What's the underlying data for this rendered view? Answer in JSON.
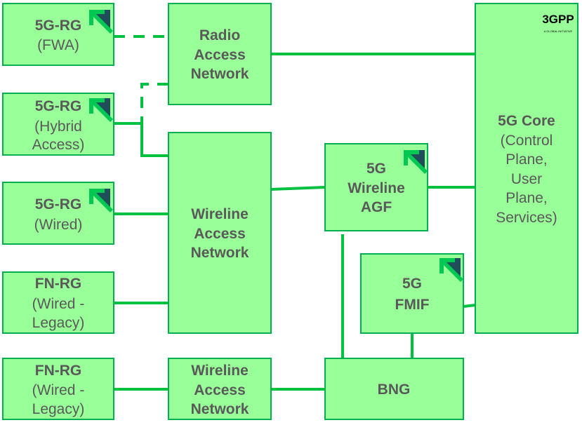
{
  "nodes": {
    "rg_fwa": {
      "line1": "5G-RG",
      "line2": "(FWA)"
    },
    "rg_hybrid": {
      "line1": "5G-RG",
      "line2": "(Hybrid",
      "line3": "Access)"
    },
    "rg_wired": {
      "line1": "5G-RG",
      "line2": "(Wired)"
    },
    "fnrg_1": {
      "line1": "FN-RG",
      "line2": "(Wired -",
      "line3": "Legacy)"
    },
    "fnrg_2": {
      "line1": "FN-RG",
      "line2": "(Wired -",
      "line3": "Legacy)"
    },
    "ran": {
      "line1": "Radio",
      "line2": "Access",
      "line3": "Network"
    },
    "wan_main": {
      "line1": "Wireline",
      "line2": "Access",
      "line3": "Network"
    },
    "wan_lower": {
      "line1": "Wireline",
      "line2": "Access",
      "line3": "Network"
    },
    "agf": {
      "line1": "5G",
      "line2": "Wireline",
      "line3": "AGF"
    },
    "fmif": {
      "line1": "5G",
      "line2": "FMIF"
    },
    "bng": {
      "line1": "BNG"
    },
    "core": {
      "line1": "5G Core",
      "line2": "(Control",
      "line3": "Plane,",
      "line4": "User",
      "line5": "Plane,",
      "line6": "Services)"
    }
  },
  "logo": {
    "text": "3GPP",
    "tagline": "A GLOBAL INITIATIVE"
  },
  "colors": {
    "box_fill": "#99ff99",
    "box_border": "#00b050",
    "link": "#00c040",
    "text": "#595959",
    "arrow_green": "#00c853",
    "arrow_dark": "#1f4e5a"
  },
  "icons": {
    "5g_badge": "green-arrow-5g-icon"
  }
}
